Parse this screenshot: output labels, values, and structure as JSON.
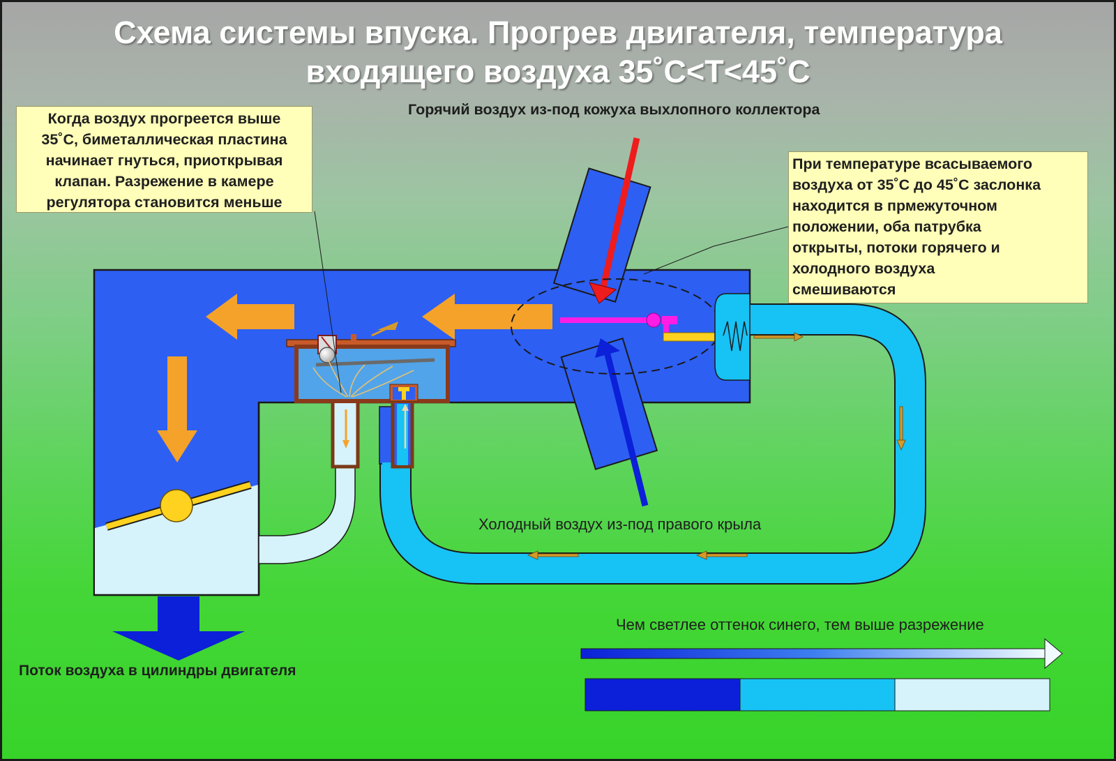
{
  "title": {
    "line1": "Схема системы впуска. Прогрев двигателя, температура",
    "line2": "входящего воздуха 35˚С<T<45˚С"
  },
  "note_left": {
    "lines": [
      "Когда воздух прогреется выше",
      "35˚С, биметаллическая пластина",
      "начинает гнуться, приоткрывая",
      "клапан. Разрежение в камере",
      "регулятора становится меньше"
    ]
  },
  "note_right": {
    "lines": [
      "При температуре всасываемого",
      "воздуха от 35˚С до 45˚С заслонка",
      "находится в прмежуточном",
      "положении, оба патрубка",
      "открыты, потоки горячего и",
      "холодного воздуха",
      "смешиваются"
    ]
  },
  "labels": {
    "hot_air": "Горячий воздух из-под кожуха выхлопного коллектора",
    "cold_air": "Холодный воздух из-под правого крыла",
    "engine_flow": "Поток воздуха в цилиндры двигателя",
    "legend": "Чем светлее оттенок синего, тем выше разрежение"
  },
  "colors": {
    "housing_blue": "#2d5ff3",
    "light_blue": "#17c2f5",
    "lightest_blue": "#d6f2fb",
    "dark_blue": "#0b20d8",
    "orange": "#f5a22a",
    "hot_red": "#ee1c1c",
    "magenta": "#ff1de6",
    "yellow": "#ffd21f",
    "note_bg": "#ffffb9"
  },
  "legend_swatches": [
    "#0b20d8",
    "#17c2f5",
    "#d6f2fb"
  ]
}
